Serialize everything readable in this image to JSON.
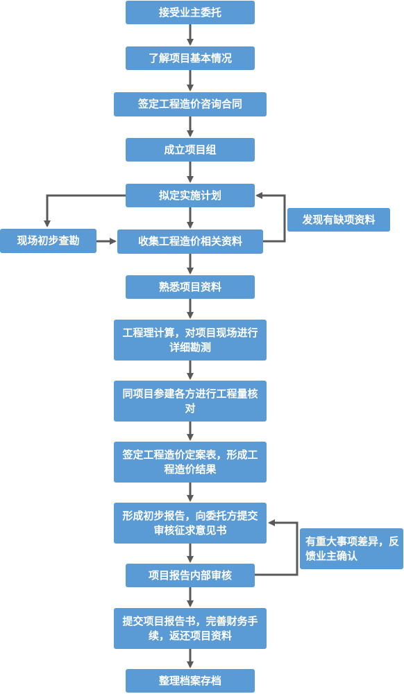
{
  "flow": {
    "accept": "接受业主委托",
    "understand": "了解项目基本情况",
    "contract": "签定工程造价咨询合同",
    "team": "成立项目组",
    "plan": "拟定实施计划",
    "collect": "收集工程造价相关资料",
    "familiar": "熟悉项目资料",
    "calc": "工程理计算，对项目现场进行详细勘测",
    "verify": "同项目参建各方进行工程量核对",
    "confirm": "签定工程造价定案表，形成工程造价结果",
    "prelim": "形成初步报告，向委托方提交审核征求意见书",
    "review": "项目报告内部审核",
    "submit": "提交项目报告书，完善财务手续，返还项目资料",
    "archive": "整理档案存档"
  },
  "side": {
    "survey": "现场初步查勘",
    "missing": "发现有缺项资料",
    "major": "有重大事项差异，反馈业主确认"
  },
  "colors": {
    "node": "#5b9bd5",
    "wire": "#595959"
  }
}
